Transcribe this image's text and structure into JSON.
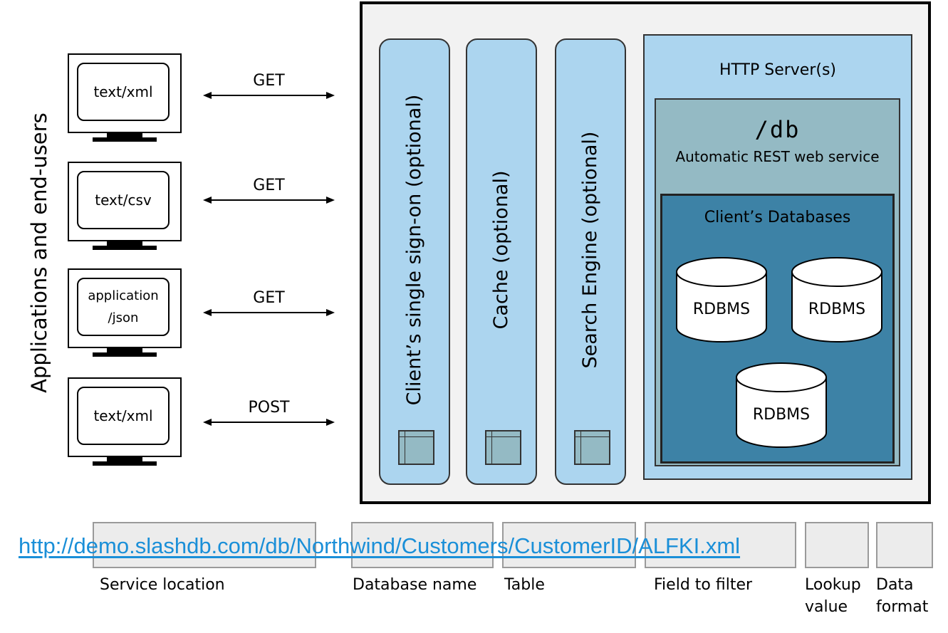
{
  "side_title": "Applications and end-users",
  "clients": [
    {
      "format": "text/xml",
      "method": "GET"
    },
    {
      "format": "text/csv",
      "method": "GET"
    },
    {
      "format": "application\n/json",
      "method": "GET"
    },
    {
      "format": "text/xml",
      "method": "POST"
    }
  ],
  "columns": [
    "Client’s single sign-on (optional)",
    "Cache (optional)",
    "Search Engine (optional)"
  ],
  "http_server": {
    "title": "HTTP Server(s)",
    "db": {
      "path": "/db",
      "subtitle": "Automatic REST web service",
      "clients_databases": "Client’s Databases",
      "rdbms": [
        "RDBMS",
        "RDBMS",
        "RDBMS"
      ]
    }
  },
  "url": {
    "full": "http://demo.slashdb.com/db/Northwind/Customers/CustomerID/ALFKI.xml",
    "captions": [
      "Service location",
      "Database name",
      "Table",
      "Field to filter",
      "Lookup\nvalue",
      "Data\nformat"
    ]
  },
  "colors": {
    "column_fill": "#acd5ef",
    "db_fill": "#94bac4",
    "clients_db_fill": "#3d82a6",
    "link": "#1a8fd8"
  }
}
